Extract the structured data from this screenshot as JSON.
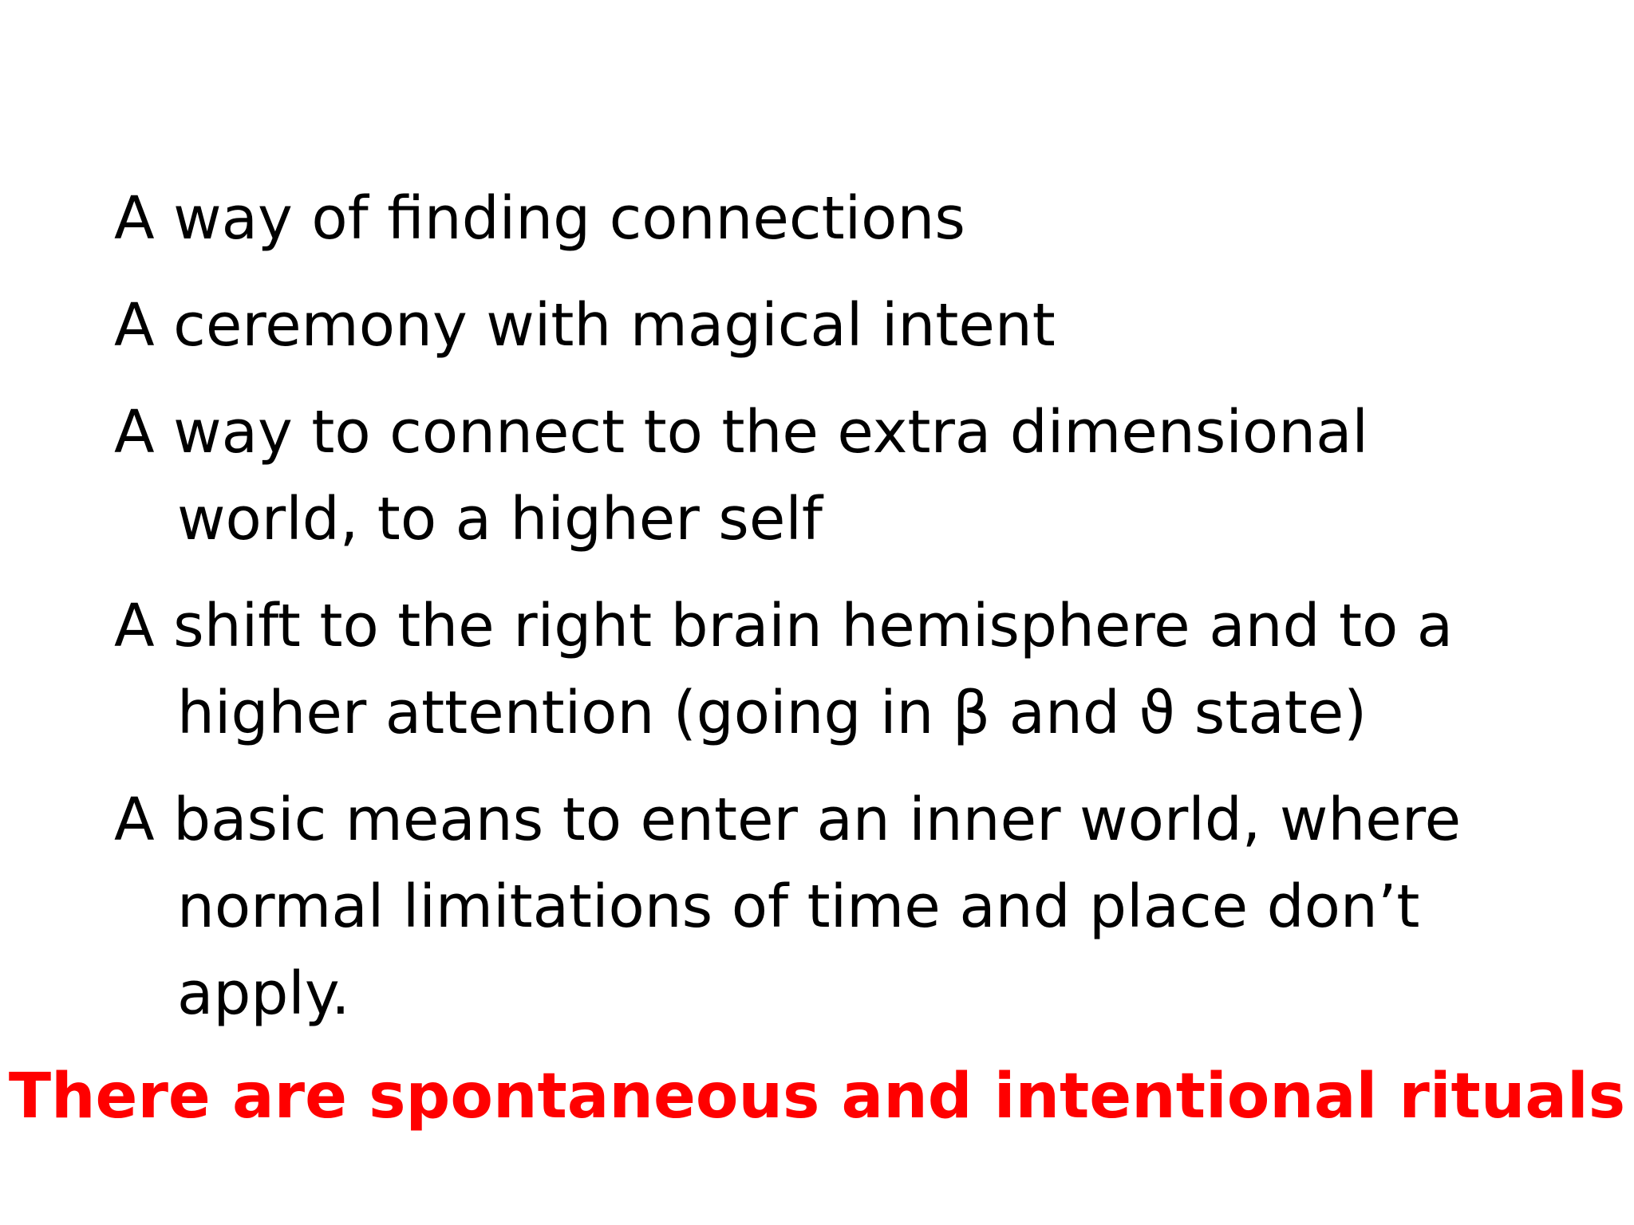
{
  "slide": {
    "bullets": [
      "A way of finding connections",
      "A ceremony with magical intent",
      "A way to connect to the extra dimensional world, to a higher self",
      "A shift to the right brain hemisphere and to a higher attention (going in β and ϑ  state)",
      "A basic means to enter an inner world, where normal limitations of time and place don’t apply."
    ],
    "callout": "There are spontaneous and intentional rituals",
    "colors": {
      "text": "#000000",
      "callout": "#ff0000",
      "background": "#ffffff"
    }
  }
}
